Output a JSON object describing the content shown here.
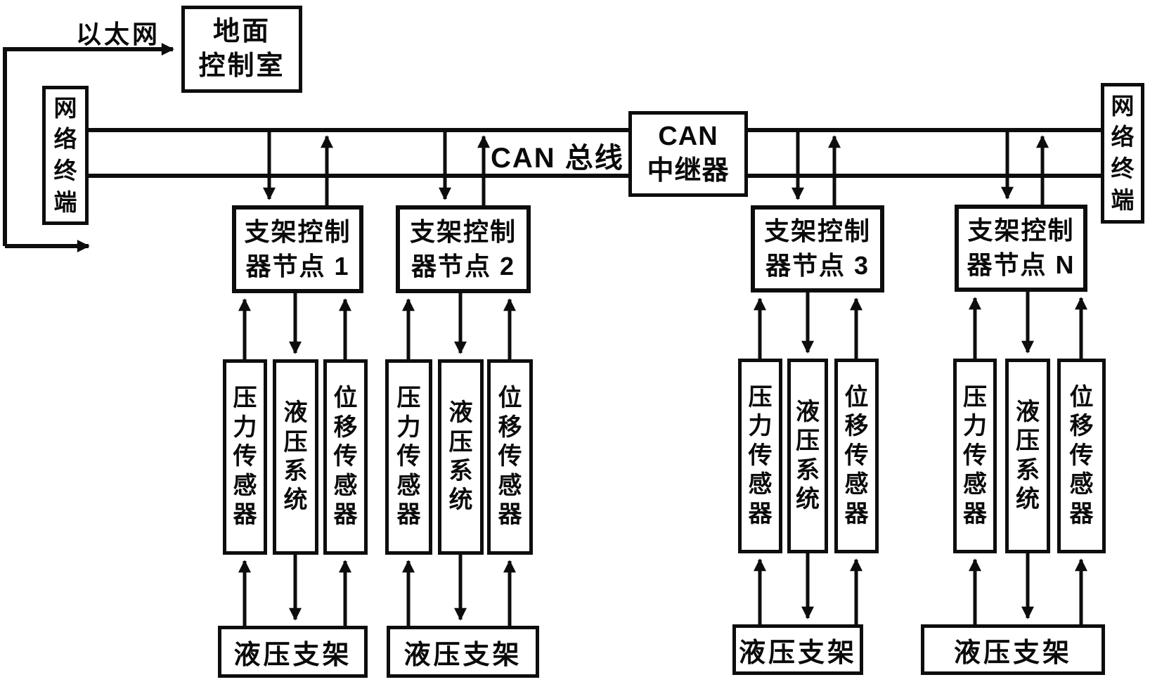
{
  "diagram": {
    "ethernet_label": "以太网",
    "can_bus_label": "CAN 总线",
    "ground_control_room": {
      "line1": "地面",
      "line2": "控制室"
    },
    "network_terminal_left": "网络终端",
    "network_terminal_right": "网络终端",
    "can_repeater": {
      "line1": "CAN",
      "line2": "中继器"
    },
    "nodes": [
      {
        "line1": "支架控制",
        "line2": "器节点 1"
      },
      {
        "line1": "支架控制",
        "line2": "器节点 2"
      },
      {
        "line1": "支架控制",
        "line2": "器节点 3"
      },
      {
        "line1": "支架控制",
        "line2": "器节点 N"
      }
    ],
    "sensors": {
      "pressure": "压力传感器",
      "hydraulic": "液压系统",
      "displacement": "位移传感器"
    },
    "hydraulic_support": "液压支架"
  }
}
